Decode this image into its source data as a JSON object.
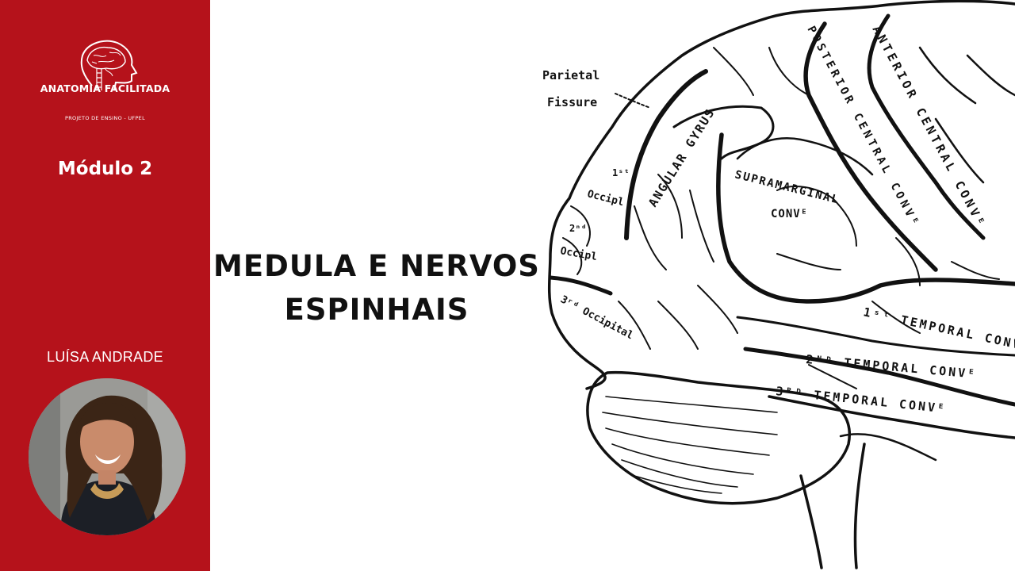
{
  "sidebar": {
    "logo_title": "ANATOMIA FACILITADA",
    "logo_subtitle": "PROJETO DE ENSINO - UFPEL",
    "module": "Módulo 2",
    "author": "LUÍSA ANDRADE",
    "colors": {
      "background": "#b5121b",
      "text": "#ffffff"
    }
  },
  "main": {
    "title_line1": "MEDULA E NERVOS",
    "title_line2": "ESPINHAIS"
  },
  "brain_labels": {
    "parietal": "Parietal",
    "fissure": "Fissure",
    "anterior_central": "ANTERIOR CENTRAL CONVᴱ",
    "posterior_central": "POSTERIOR CENTRAL CONVᴱ",
    "angular": "ANGULAR GYRUS",
    "supramarginal": "SUPRAMARGINAL",
    "supramarginal_conv": "CONVᴱ",
    "occip1_num": "1ˢᵗ",
    "occip1": "Occipl",
    "occip2_num": "2ⁿᵈ",
    "occip2": "Occipl",
    "occip3": "3ʳᵈ Occipital",
    "temporal1": "1ˢᵗ TEMPORAL CONV",
    "temporal2": "2ᴺᴰ TEMPORAL CONVᴱ",
    "temporal3": "3ᴿᴰ TEMPORAL CONVᴱ"
  }
}
